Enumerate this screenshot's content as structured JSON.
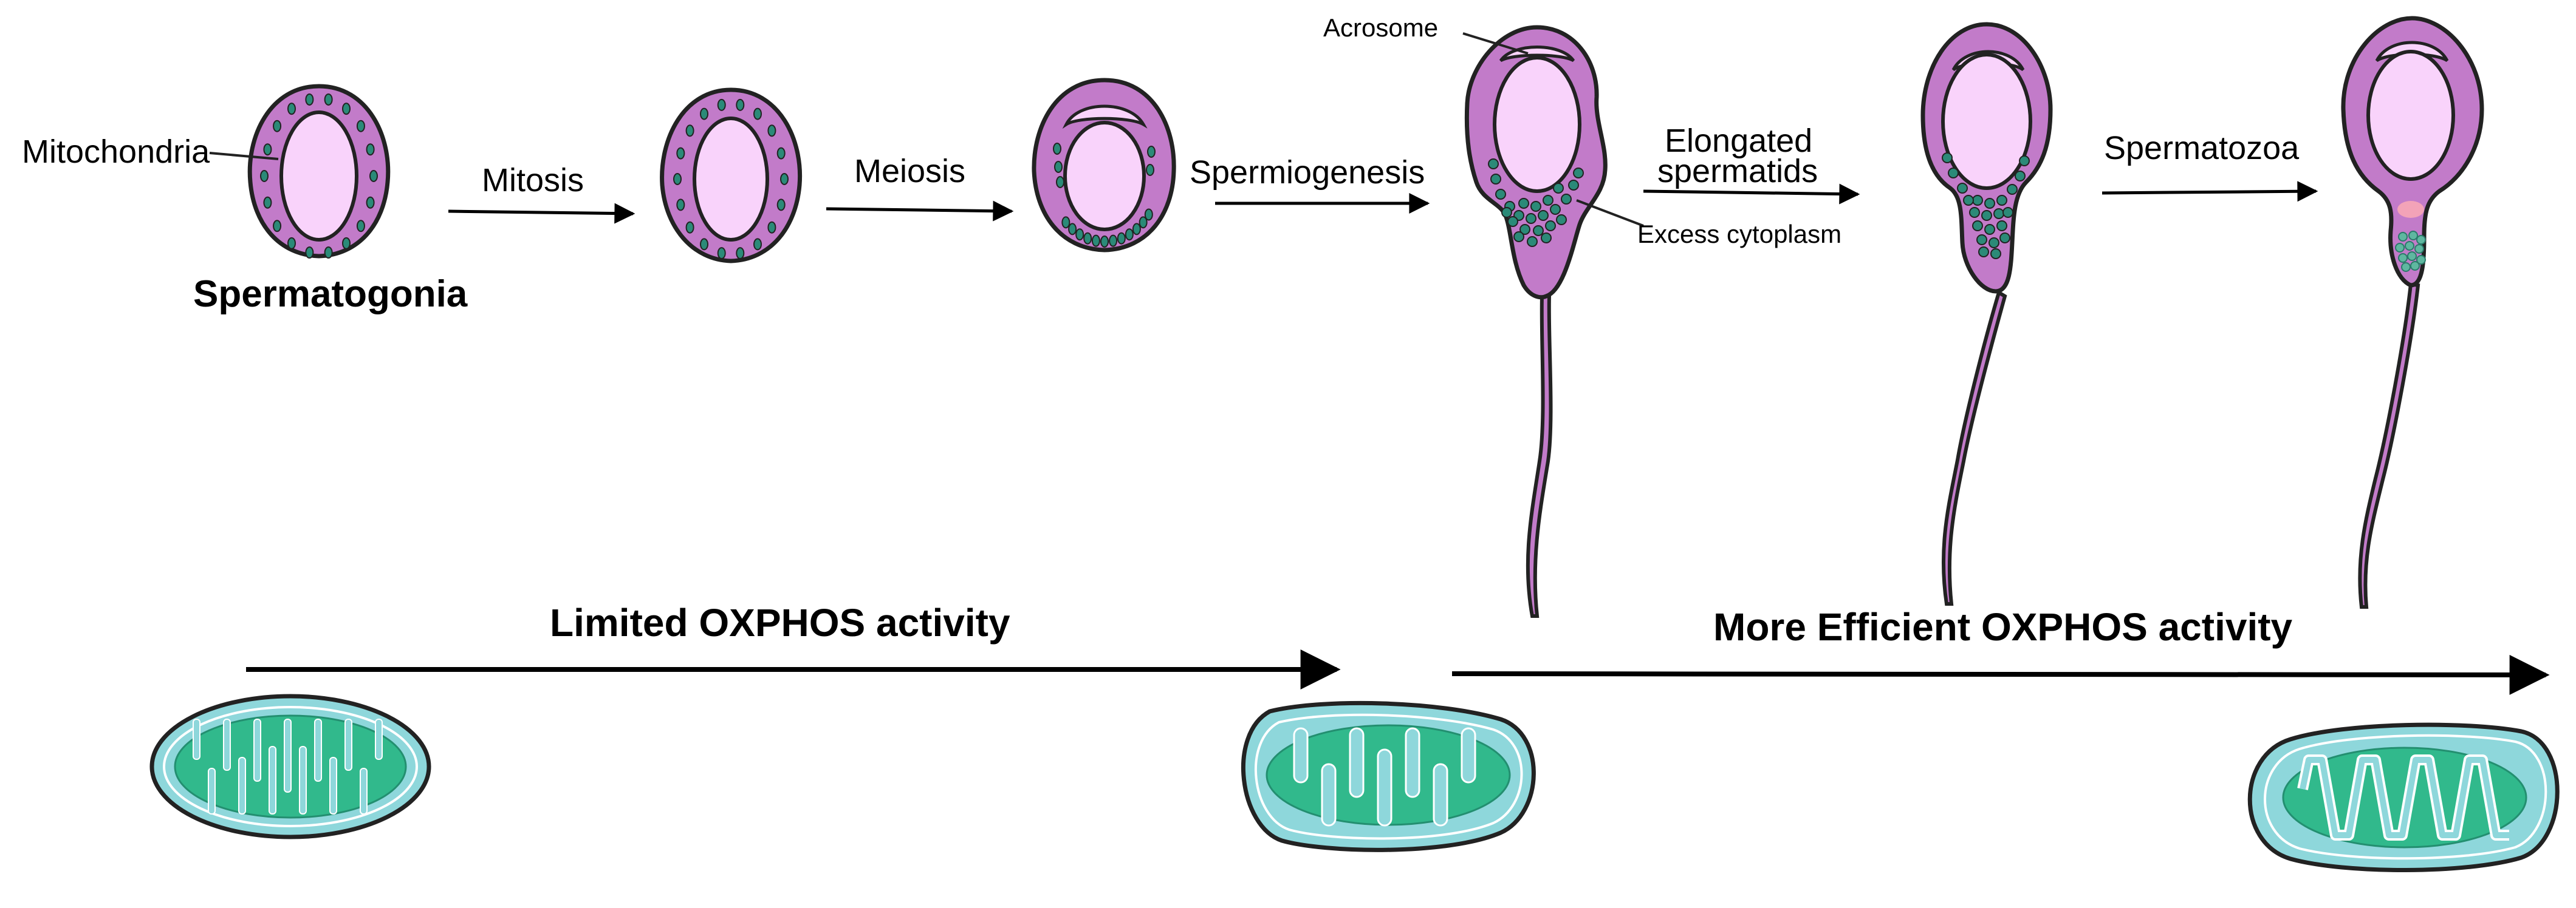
{
  "colors": {
    "cell_fill": "#c27bc9",
    "nucleus_fill": "#f9d3fb",
    "mito_dot": "#2b8a78",
    "outline": "#222222",
    "mito_outer": "#8ed7db",
    "mito_inner": "#31b98c",
    "mito_dark": "#238f70",
    "head_spot": "#f3a3b8"
  },
  "labels": {
    "mitochondria": "Mitochondria",
    "spermatogonia": "Spermatogonia",
    "mitosis": "Mitosis",
    "meiosis": "Meiosis",
    "spermiogenesis": "Spermiogenesis",
    "acrosome": "Acrosome",
    "elongated_1": "Elongated",
    "elongated_2": "spermatids",
    "excess_cytoplasm": "Excess cytoplasm",
    "spermatozoa": "Spermatozoa",
    "limited_oxphos": "Limited OXPHOS activity",
    "efficient_oxphos": "More Efficient OXPHOS activity"
  },
  "icons": [
    "round-cell-icon",
    "sperm-cell-icon",
    "mitochondrion-icon",
    "arrow-icon"
  ]
}
